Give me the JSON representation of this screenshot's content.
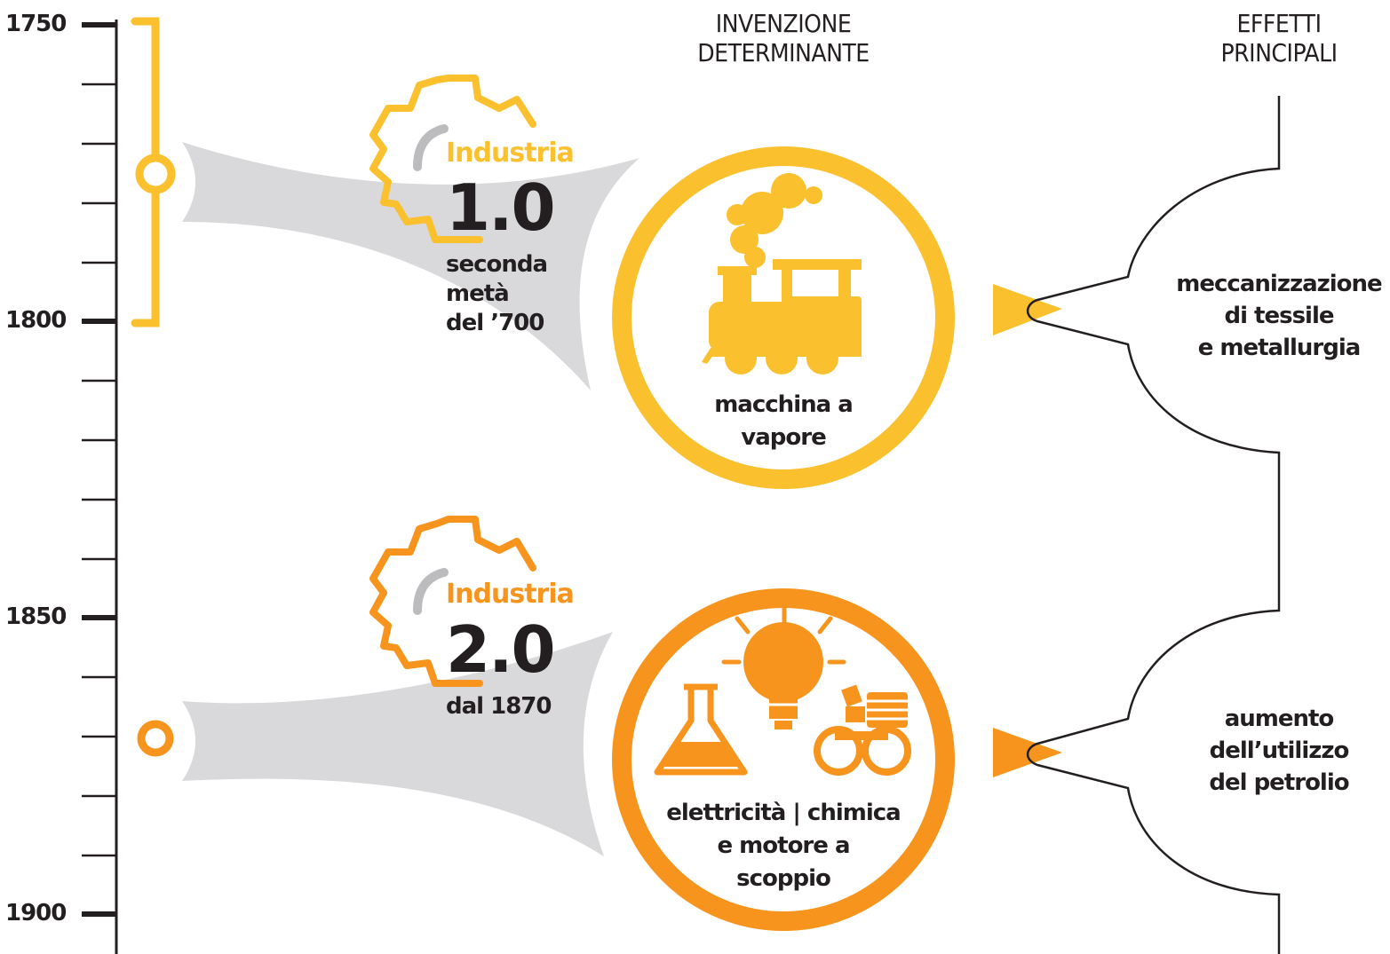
{
  "timeline": {
    "years": [
      "1750",
      "1800",
      "1850",
      "1900"
    ]
  },
  "headers": {
    "invention": "INVENZIONE\nDETERMINANTE",
    "effects": "EFFETTI\nPRINCIPALI"
  },
  "colors": {
    "industry1": "#fbc02d",
    "industry2": "#f7941d",
    "gray_flow": "#d9d9db",
    "text": "#231f20"
  },
  "revolutions": [
    {
      "label": "Industria",
      "number": "1.0",
      "period": "seconda\nmetà\ndel ’700",
      "invention": "macchina a\nvapore",
      "invention_icon": "steam-locomotive-icon",
      "effect": "meccanizzazione\ndi tessile\ne metallurgia"
    },
    {
      "label": "Industria",
      "number": "2.0",
      "period": "dal 1870",
      "invention": "elettricità | chimica\ne motore a\nscoppio",
      "invention_icons": [
        "flask-icon",
        "light-bulb-icon",
        "engine-icon"
      ],
      "effect": "aumento\ndell’utilizzo\ndel petrolio"
    }
  ]
}
